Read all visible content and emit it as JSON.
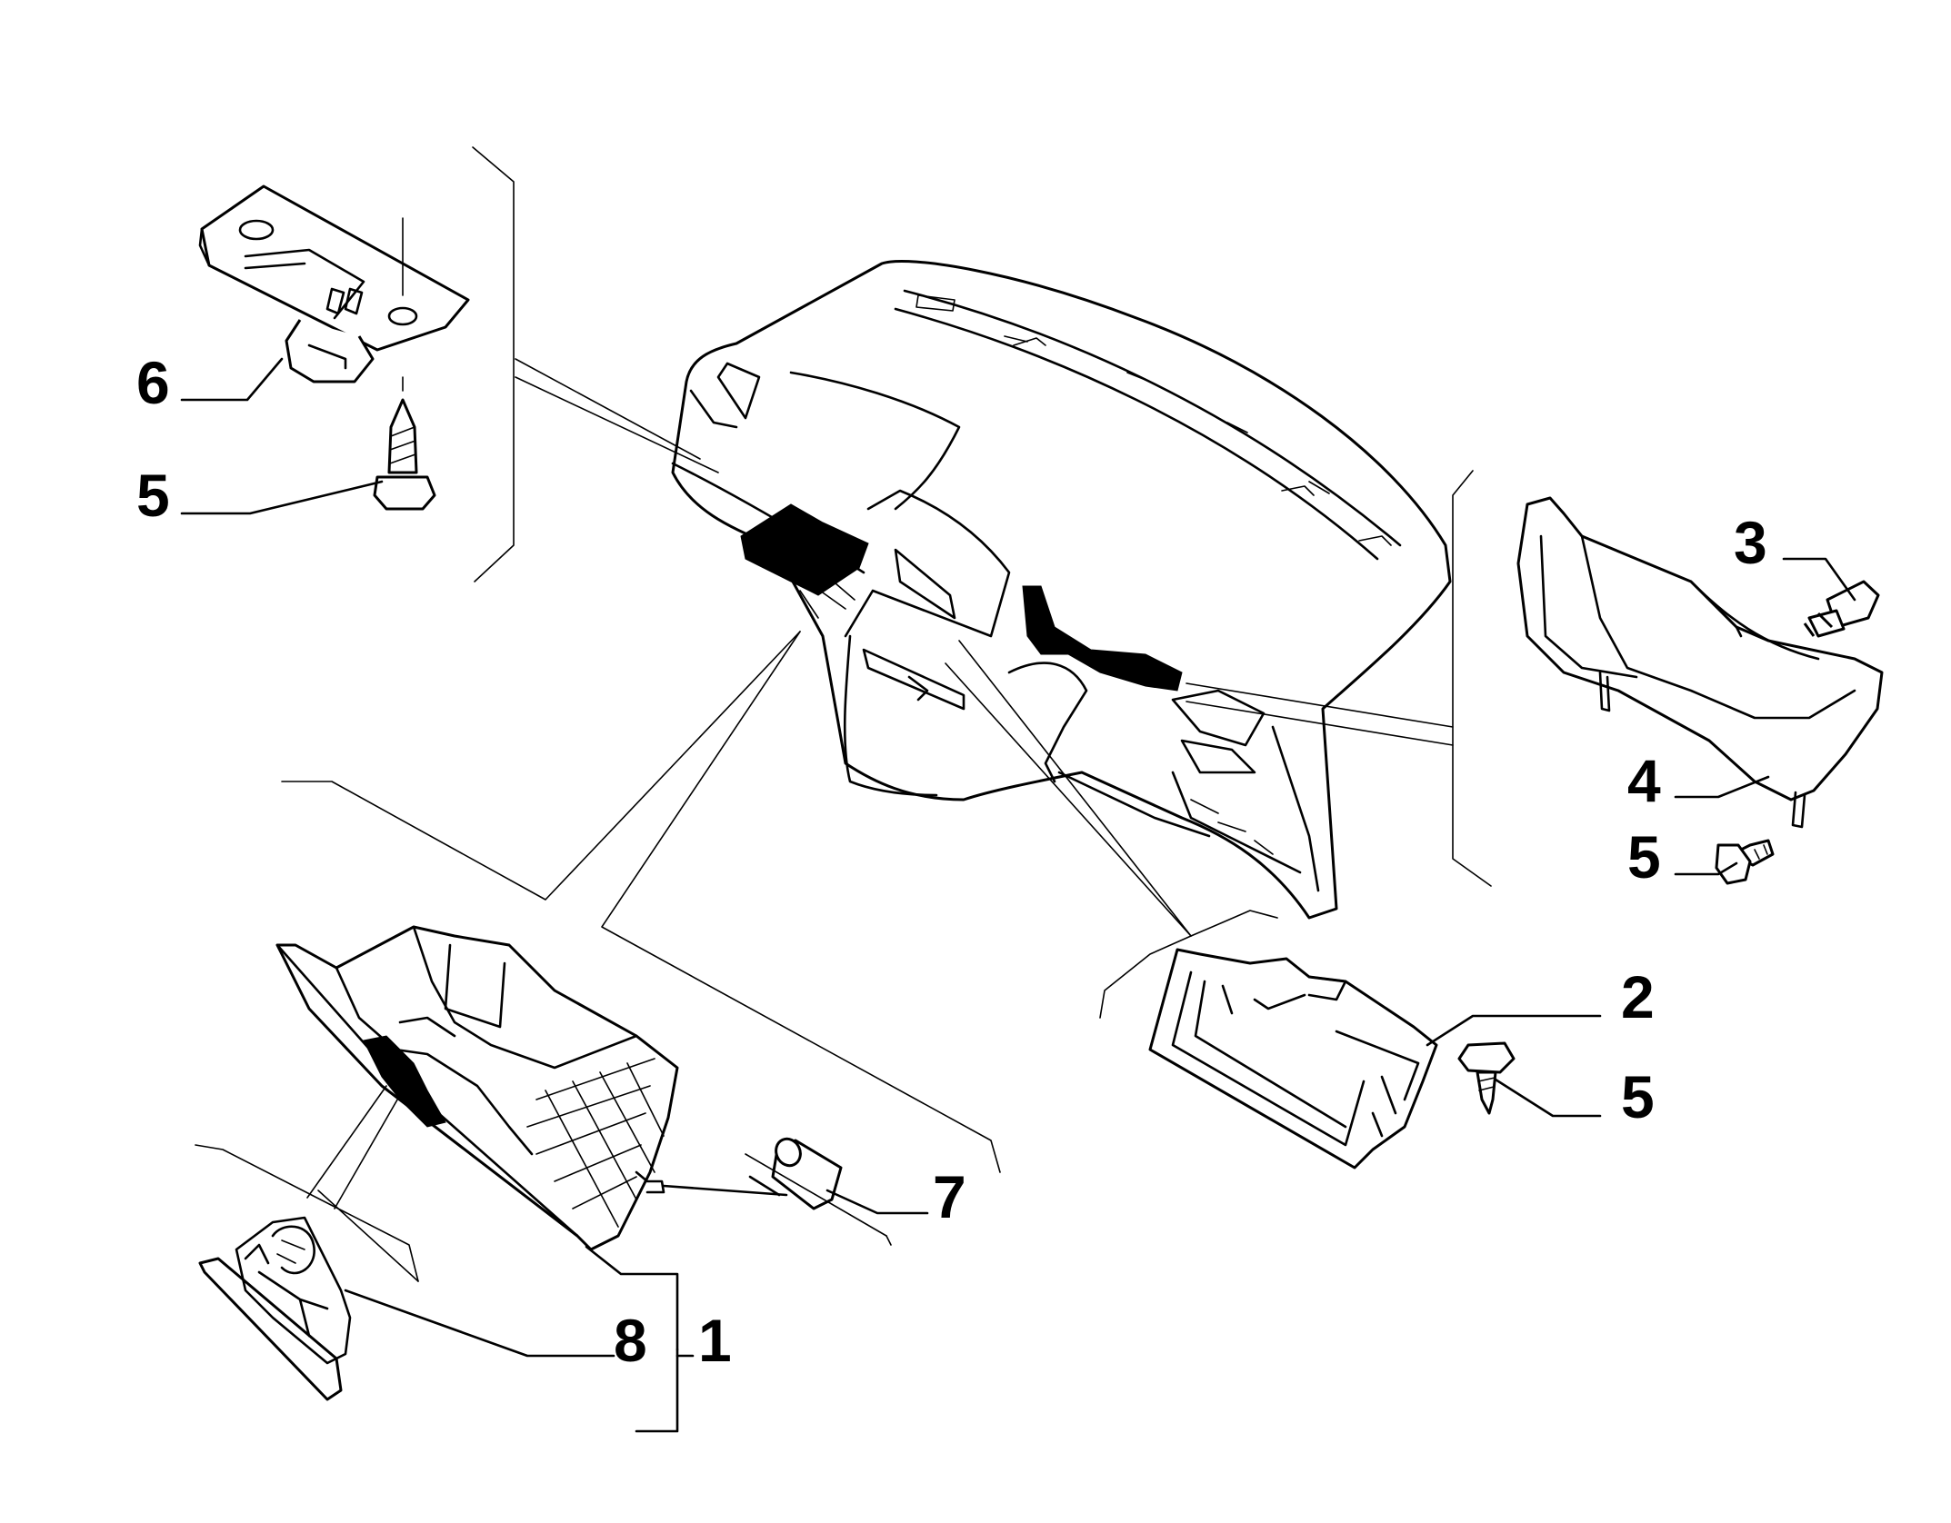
{
  "callouts": [
    {
      "id": "p6",
      "text": "6"
    },
    {
      "id": "p5a",
      "text": "5"
    },
    {
      "id": "p3",
      "text": "3"
    },
    {
      "id": "p4",
      "text": "4"
    },
    {
      "id": "p5b",
      "text": "5"
    },
    {
      "id": "p2",
      "text": "2"
    },
    {
      "id": "p5c",
      "text": "5"
    },
    {
      "id": "p7",
      "text": "7"
    },
    {
      "id": "p8",
      "text": "8"
    },
    {
      "id": "p1",
      "text": "1"
    }
  ],
  "colors": {
    "line": "#000000",
    "background": "#ffffff"
  }
}
